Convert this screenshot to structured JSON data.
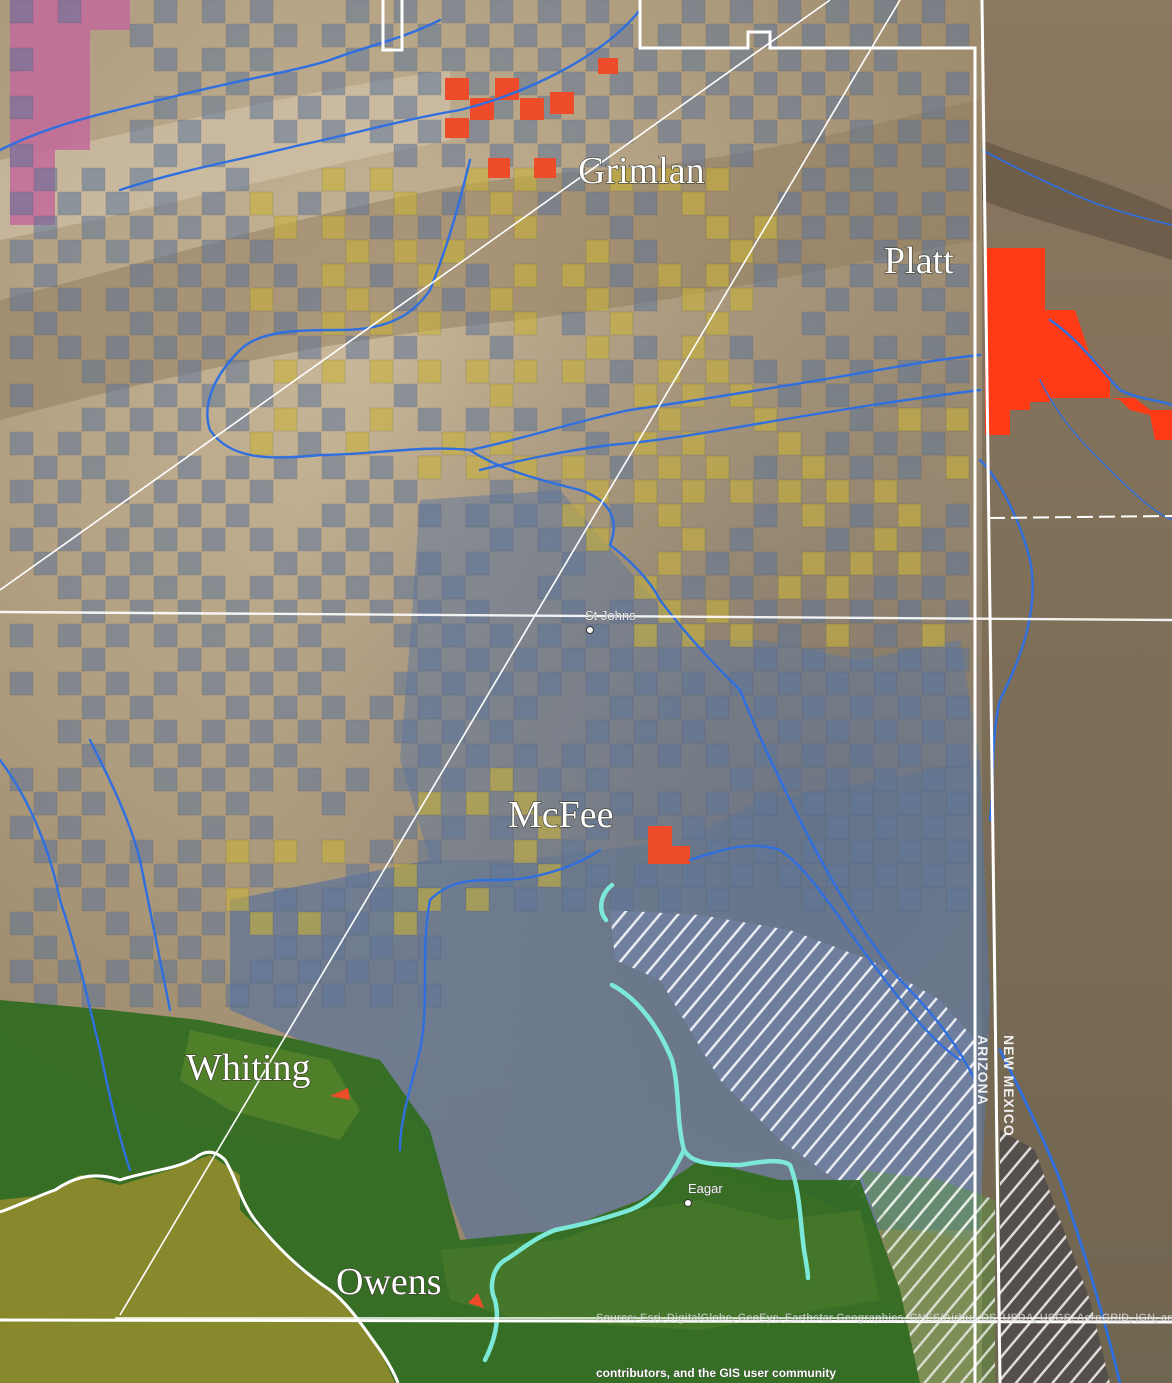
{
  "map": {
    "labels": {
      "grimlan": "Grimlan",
      "platt": "Platt",
      "mcfee": "McFee",
      "whiting": "Whiting",
      "owens": "Owens"
    },
    "towns": {
      "st_johns": "St Johns",
      "eagar": "Eagar"
    },
    "states": {
      "arizona": "ARIZONA",
      "new_mexico": "NEW MEXICO"
    },
    "attribution": {
      "line1": "Source: Esri, DigitalGlobe, GeoEye, Earthstar Geographics, CNES/Airbus DS, USDA, USGS, AeroGRID, IGN, and the",
      "line2": "contributors, and the GIS user community"
    },
    "colors": {
      "satellite_base": "#a8957a",
      "state_land_blue": "#5f7699",
      "federal_yellow": "#c9b23b",
      "ranch_red": "#ee4b2b",
      "forest_green": "#2e6a1e",
      "wilderness_olive": "#8a8a2a",
      "river_blue": "#2f6fe0",
      "river_cyan": "#7ce8d8",
      "boundary_white": "#ffffff"
    }
  }
}
